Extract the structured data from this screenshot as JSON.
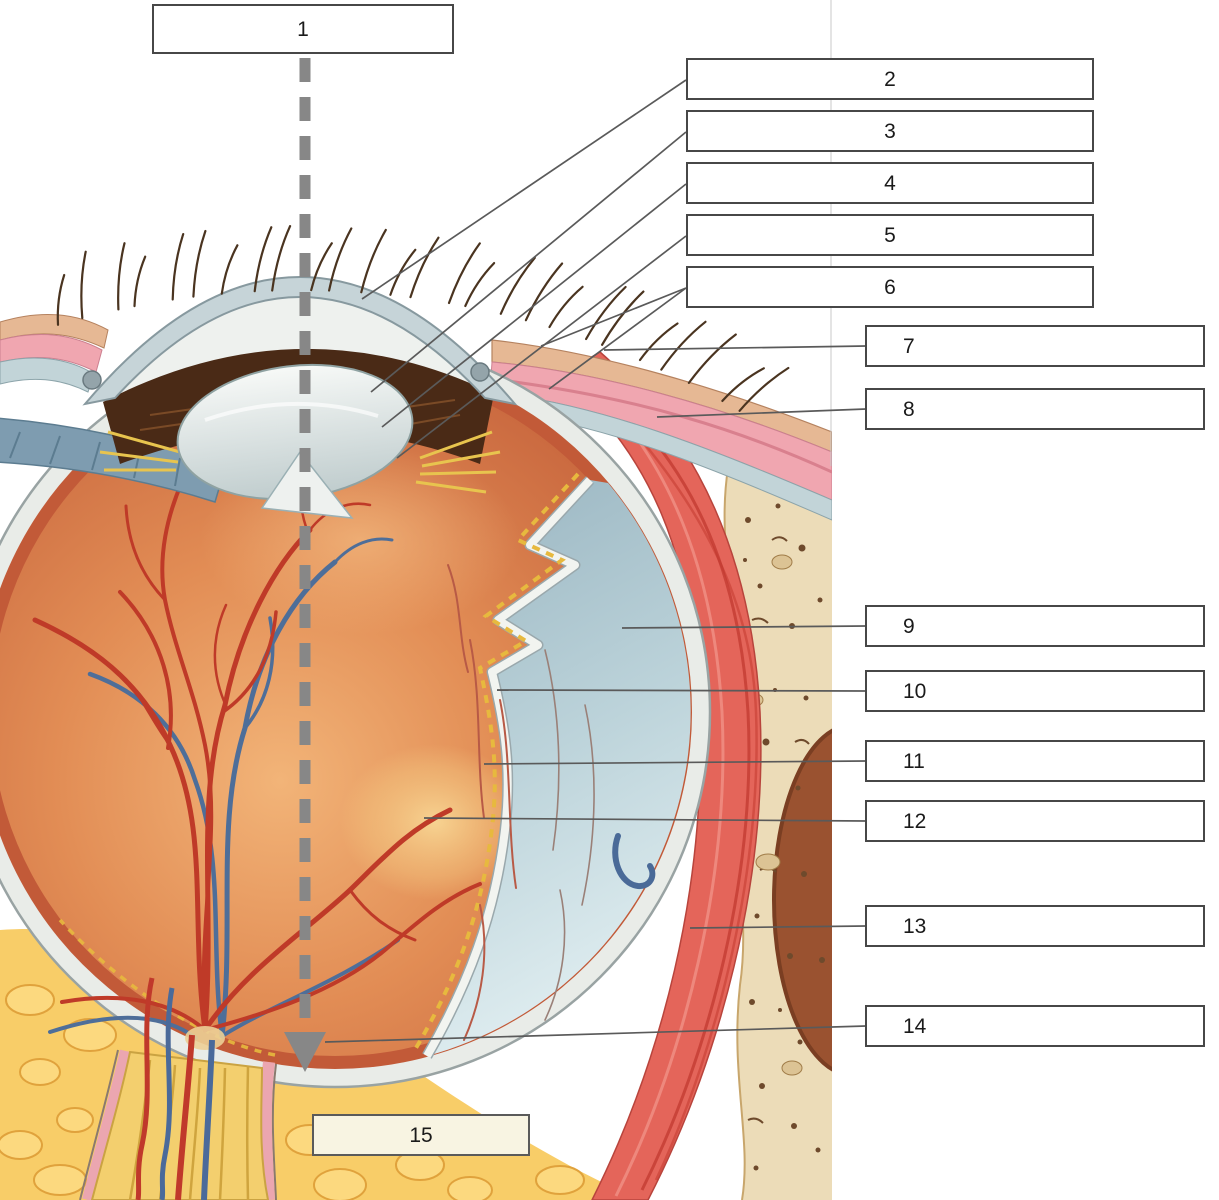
{
  "labels": [
    {
      "number": "1"
    },
    {
      "number": "2"
    },
    {
      "number": "3"
    },
    {
      "number": "4"
    },
    {
      "number": "5"
    },
    {
      "number": "6"
    },
    {
      "number": "7"
    },
    {
      "number": "8"
    },
    {
      "number": "9"
    },
    {
      "number": "10"
    },
    {
      "number": "11"
    },
    {
      "number": "12"
    },
    {
      "number": "13"
    },
    {
      "number": "14"
    },
    {
      "number": "15"
    }
  ],
  "colors": {
    "answer_box_border": "#474747",
    "answer_box_fill": "#ffffff",
    "bottom_box_fill": "#f8f4e2",
    "leader_line": "#5a5a5a",
    "axis_dash_arrow": "#878787"
  }
}
